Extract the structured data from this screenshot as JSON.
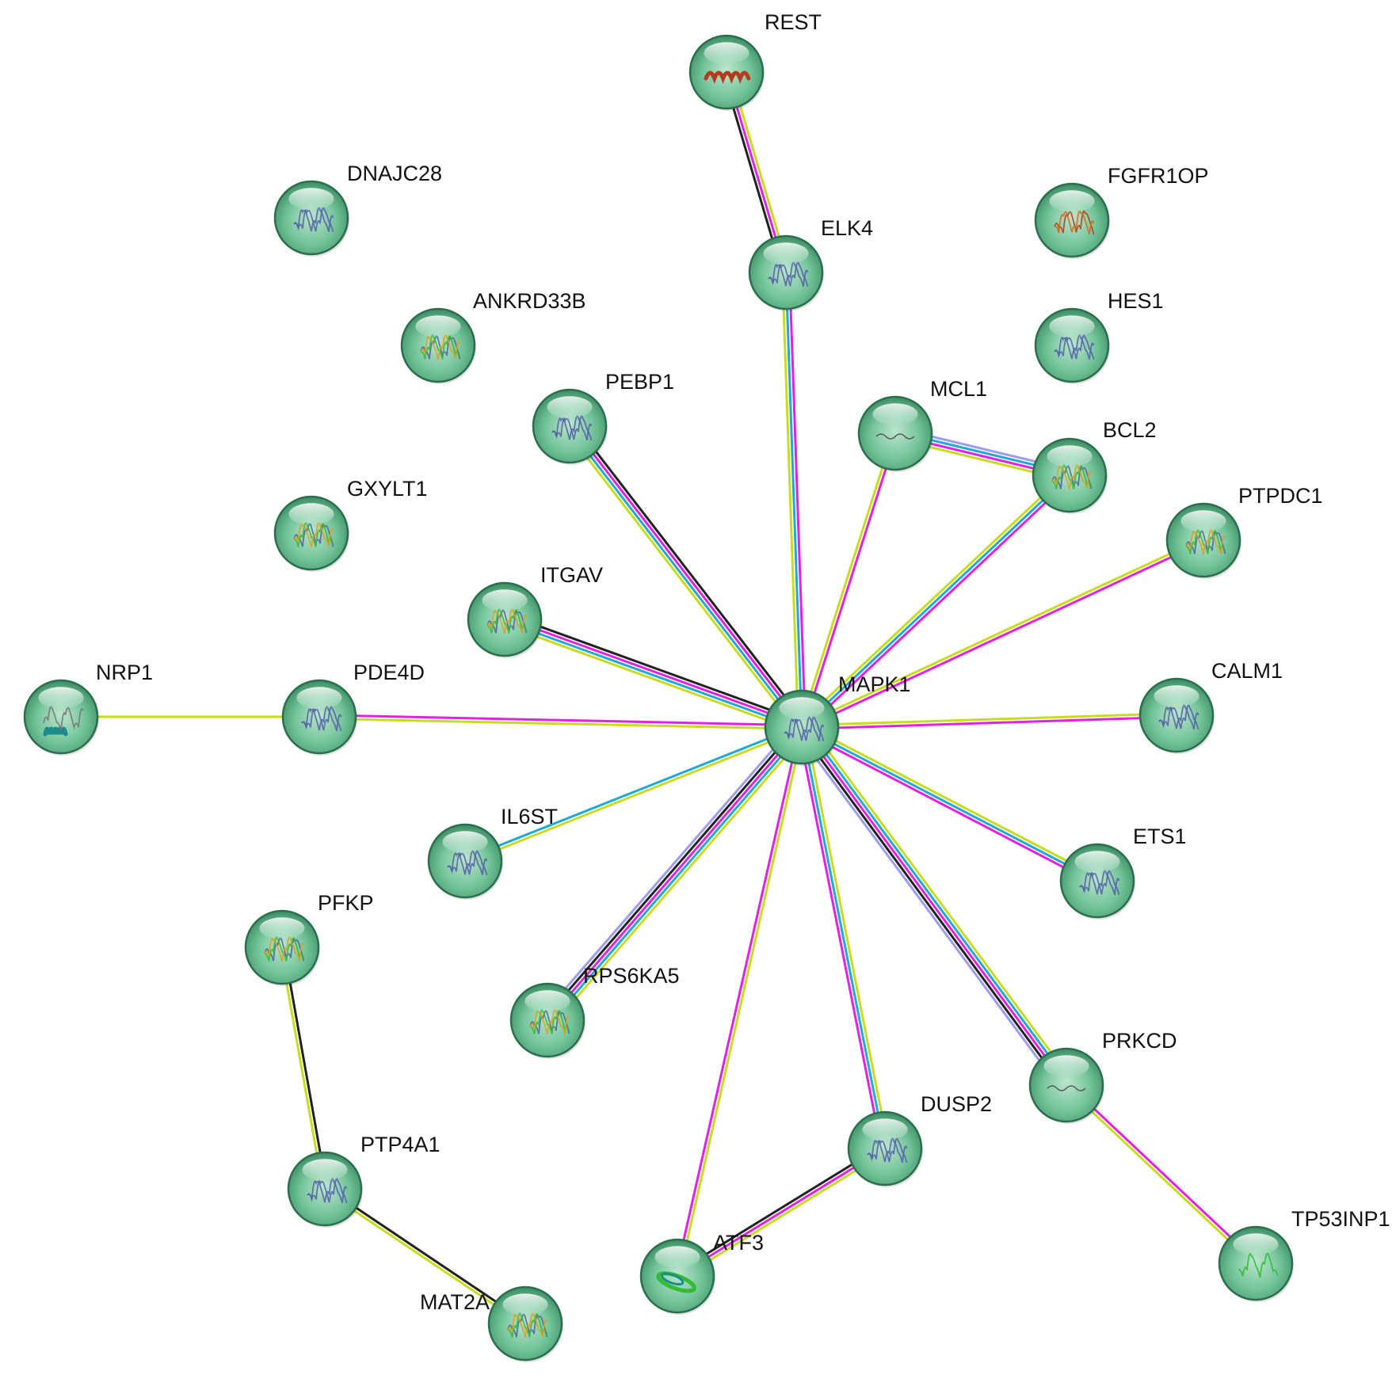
{
  "colors": {
    "node_fill_light": "#c9ead8",
    "node_fill_mid": "#6cbf95",
    "node_fill_dark": "#2f7f58",
    "node_stroke": "#2a6e4c",
    "edge_yellow": "#c8dc1e",
    "edge_magenta": "#e61ee6",
    "edge_cyan": "#1fa9d8",
    "edge_black": "#222222",
    "edge_lavender": "#9c9cf0",
    "structure_blue": "#5560a8",
    "structure_green": "#33bb33",
    "structure_red": "#b83a1c",
    "structure_teal": "#1a8c8c"
  },
  "nodes": [
    {
      "id": "REST",
      "label": "REST",
      "structure": "red-helix"
    },
    {
      "id": "DNAJC28",
      "label": "DNAJC28",
      "structure": "blue"
    },
    {
      "id": "FGFR1OP",
      "label": "FGFR1OP",
      "structure": "red"
    },
    {
      "id": "ELK4",
      "label": "ELK4",
      "structure": "blue"
    },
    {
      "id": "ANKRD33B",
      "label": "ANKRD33B",
      "structure": "rainbow"
    },
    {
      "id": "HES1",
      "label": "HES1",
      "structure": "blue"
    },
    {
      "id": "PEBP1",
      "label": "PEBP1",
      "structure": "blue"
    },
    {
      "id": "MCL1",
      "label": "MCL1",
      "structure": "blue-thin"
    },
    {
      "id": "BCL2",
      "label": "BCL2",
      "structure": "rainbow"
    },
    {
      "id": "GXYLT1",
      "label": "GXYLT1",
      "structure": "rainbow"
    },
    {
      "id": "PTPDC1",
      "label": "PTPDC1",
      "structure": "rainbow"
    },
    {
      "id": "ITGAV",
      "label": "ITGAV",
      "structure": "rainbow"
    },
    {
      "id": "NRP1",
      "label": "NRP1",
      "structure": "teal"
    },
    {
      "id": "PDE4D",
      "label": "PDE4D",
      "structure": "blue"
    },
    {
      "id": "MAPK1",
      "label": "MAPK1",
      "structure": "blue"
    },
    {
      "id": "CALM1",
      "label": "CALM1",
      "structure": "blue"
    },
    {
      "id": "IL6ST",
      "label": "IL6ST",
      "structure": "blue"
    },
    {
      "id": "ETS1",
      "label": "ETS1",
      "structure": "blue"
    },
    {
      "id": "PFKP",
      "label": "PFKP",
      "structure": "rainbow"
    },
    {
      "id": "RPS6KA5",
      "label": "RPS6KA5",
      "structure": "rainbow"
    },
    {
      "id": "PRKCD",
      "label": "PRKCD",
      "structure": "blue-thin"
    },
    {
      "id": "DUSP2",
      "label": "DUSP2",
      "structure": "blue"
    },
    {
      "id": "PTP4A1",
      "label": "PTP4A1",
      "structure": "blue"
    },
    {
      "id": "ATF3",
      "label": "ATF3",
      "structure": "green-helix"
    },
    {
      "id": "MAT2A",
      "label": "MAT2A",
      "structure": "rainbow"
    },
    {
      "id": "TP53INP1",
      "label": "TP53INP1",
      "structure": "green"
    }
  ],
  "edges": [
    {
      "source": "REST",
      "target": "ELK4",
      "evidence": [
        "yellow",
        "magenta",
        "black"
      ]
    },
    {
      "source": "ELK4",
      "target": "MAPK1",
      "evidence": [
        "magenta",
        "cyan",
        "yellow"
      ]
    },
    {
      "source": "PEBP1",
      "target": "MAPK1",
      "evidence": [
        "black",
        "magenta",
        "cyan",
        "yellow"
      ]
    },
    {
      "source": "MCL1",
      "target": "MAPK1",
      "evidence": [
        "magenta",
        "yellow"
      ]
    },
    {
      "source": "MCL1",
      "target": "BCL2",
      "evidence": [
        "lavender",
        "cyan",
        "magenta",
        "yellow"
      ]
    },
    {
      "source": "BCL2",
      "target": "MAPK1",
      "evidence": [
        "magenta",
        "cyan",
        "yellow"
      ]
    },
    {
      "source": "PTPDC1",
      "target": "MAPK1",
      "evidence": [
        "magenta",
        "yellow"
      ]
    },
    {
      "source": "ITGAV",
      "target": "MAPK1",
      "evidence": [
        "black",
        "magenta",
        "cyan",
        "yellow"
      ]
    },
    {
      "source": "NRP1",
      "target": "PDE4D",
      "evidence": [
        "yellow"
      ]
    },
    {
      "source": "PDE4D",
      "target": "MAPK1",
      "evidence": [
        "magenta",
        "yellow"
      ]
    },
    {
      "source": "CALM1",
      "target": "MAPK1",
      "evidence": [
        "magenta",
        "yellow"
      ]
    },
    {
      "source": "IL6ST",
      "target": "MAPK1",
      "evidence": [
        "cyan",
        "yellow"
      ]
    },
    {
      "source": "ETS1",
      "target": "MAPK1",
      "evidence": [
        "magenta",
        "cyan",
        "yellow"
      ]
    },
    {
      "source": "RPS6KA5",
      "target": "MAPK1",
      "evidence": [
        "lavender",
        "black",
        "magenta",
        "cyan",
        "yellow"
      ]
    },
    {
      "source": "PRKCD",
      "target": "MAPK1",
      "evidence": [
        "lavender",
        "black",
        "magenta",
        "cyan",
        "yellow"
      ]
    },
    {
      "source": "DUSP2",
      "target": "MAPK1",
      "evidence": [
        "magenta",
        "cyan",
        "yellow"
      ]
    },
    {
      "source": "ATF3",
      "target": "MAPK1",
      "evidence": [
        "magenta",
        "yellow"
      ]
    },
    {
      "source": "ATF3",
      "target": "DUSP2",
      "evidence": [
        "black",
        "magenta",
        "yellow"
      ]
    },
    {
      "source": "PRKCD",
      "target": "TP53INP1",
      "evidence": [
        "magenta",
        "yellow"
      ]
    },
    {
      "source": "PFKP",
      "target": "PTP4A1",
      "evidence": [
        "black",
        "yellow"
      ]
    },
    {
      "source": "PTP4A1",
      "target": "MAT2A",
      "evidence": [
        "black",
        "yellow"
      ]
    }
  ]
}
